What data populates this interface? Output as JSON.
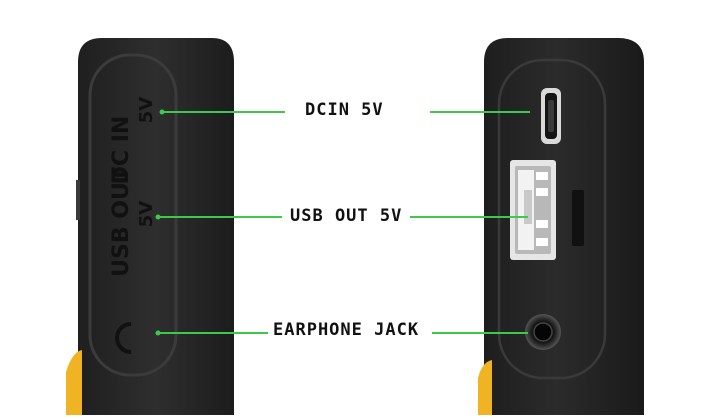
{
  "labels": {
    "dc_in": "DCIN 5V",
    "usb_out": "USB OUT 5V",
    "earphone": "EARPHONE JACK"
  },
  "device_print": {
    "dc_in_line1": "DC IN",
    "dc_in_line2": "5V",
    "usb_line1": "USB OUT",
    "usb_line2": "5V"
  },
  "colors": {
    "device_body": "#2a2a2a",
    "device_edge": "#3a3a3a",
    "leader_line": "#3ec94a",
    "accent_yellow": "#f0b323",
    "label_text": "#111111"
  },
  "icons": {
    "power_button": "power-icon",
    "micro_usb_port": "micro-usb-port-icon",
    "usb_a_port": "usb-a-port-icon",
    "audio_jack": "audio-jack-icon"
  }
}
